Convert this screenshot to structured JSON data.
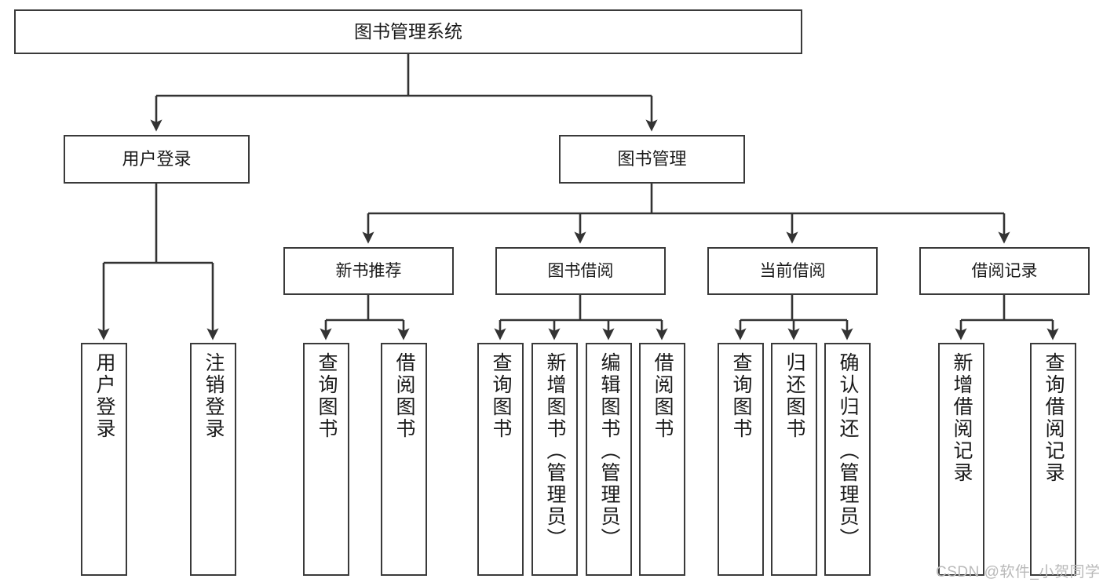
{
  "diagram": {
    "title": "图书管理系统",
    "type": "tree-hierarchy-diagram",
    "colors": {
      "box_border": "#3a3a3a",
      "box_fill": "#ffffff",
      "connector": "#333333",
      "text": "#1a1a1a",
      "watermark": "#b9b9b9",
      "background": "#ffffff"
    },
    "root": {
      "label": "图书管理系统"
    },
    "level1": [
      {
        "label": "用户登录"
      },
      {
        "label": "图书管理"
      }
    ],
    "level2": [
      {
        "label": "新书推荐"
      },
      {
        "label": "图书借阅"
      },
      {
        "label": "当前借阅"
      },
      {
        "label": "借阅记录"
      }
    ],
    "leaves": {
      "user_login": [
        {
          "label": "用户登录"
        },
        {
          "label": "注销登录"
        }
      ],
      "new_book_recommend": [
        {
          "label": "查询图书"
        },
        {
          "label": "借阅图书"
        }
      ],
      "book_borrow": [
        {
          "label": "查询图书"
        },
        {
          "label": "新增图书（管理员）"
        },
        {
          "label": "编辑图书（管理员）"
        },
        {
          "label": "借阅图书"
        }
      ],
      "current_borrow": [
        {
          "label": "查询图书"
        },
        {
          "label": "归还图书"
        },
        {
          "label": "确认归还（管理员）"
        }
      ],
      "borrow_record": [
        {
          "label": "新增借阅记录"
        },
        {
          "label": "查询借阅记录"
        }
      ]
    },
    "watermark": "CSDN @软件_小贺同学"
  }
}
